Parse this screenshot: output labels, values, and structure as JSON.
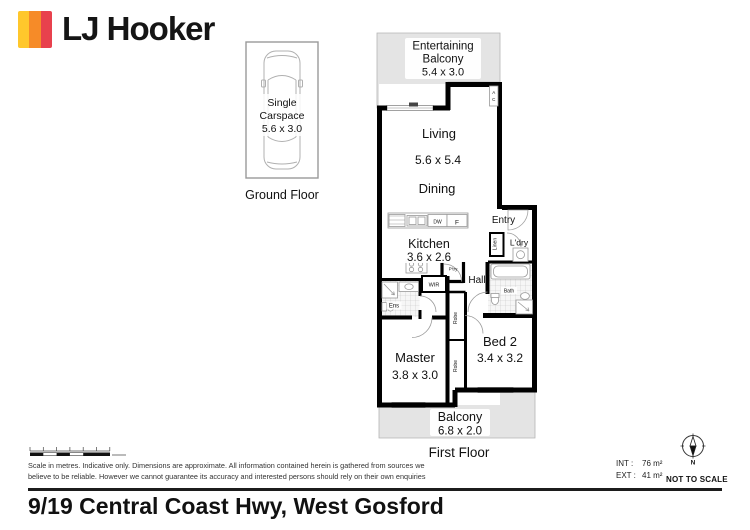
{
  "brand": {
    "name": "LJ Hooker",
    "stripe_colors": [
      "#FFC72C",
      "#F68B28",
      "#E8414D"
    ]
  },
  "icons": {
    "logo_mark": "lj-hooker-stripes-icon",
    "car": "car-top-view-icon",
    "compass": "compass-icon",
    "scale_bar": "scale-bar"
  },
  "ground_floor": {
    "carspace": {
      "lines": [
        "Single",
        "Carspace",
        "5.6 x 3.0"
      ]
    },
    "label": "Ground Floor"
  },
  "first_floor": {
    "label": "First Floor",
    "balcony_top": {
      "lines": [
        "Entertaining",
        "Balcony",
        "5.4 x 3.0"
      ]
    },
    "living": {
      "lines": [
        "Living",
        "5.6 x 5.4",
        "Dining"
      ]
    },
    "kitchen": {
      "lines": [
        "Kitchen",
        "3.6 x 2.6"
      ]
    },
    "master": {
      "lines": [
        "Master",
        "3.8 x 3.0"
      ]
    },
    "bed2": {
      "lines": [
        "Bed 2",
        "3.4 x 3.2"
      ]
    },
    "balcony_bottom": {
      "lines": [
        "Balcony",
        "6.8 x 2.0"
      ]
    },
    "entry": "Entry",
    "hall": "Hall",
    "ldry": "L'dry",
    "linen": "Linen",
    "bath": "Bath",
    "ens": "Ens",
    "wir": "WIR",
    "pantry": "P'try",
    "robe": "Robe",
    "dw": "DW",
    "fridge": "F",
    "ac": [
      "A",
      "C"
    ]
  },
  "footer": {
    "disclaimer_line1": "Scale in metres. Indicative only. Dimensions are approximate. All information contained herein is gathered from sources we",
    "disclaimer_line2": "believe to be reliable. However we cannot guarantee its accuracy and interested persons should rely on their own enquiries",
    "int_label": "INT :",
    "int_value": "76 m²",
    "ext_label": "EXT :",
    "ext_value": "41 m²",
    "not_to_scale": "NOT TO SCALE",
    "compass_n": "N",
    "address": "9/19 Central Coast Hwy, West Gosford"
  }
}
